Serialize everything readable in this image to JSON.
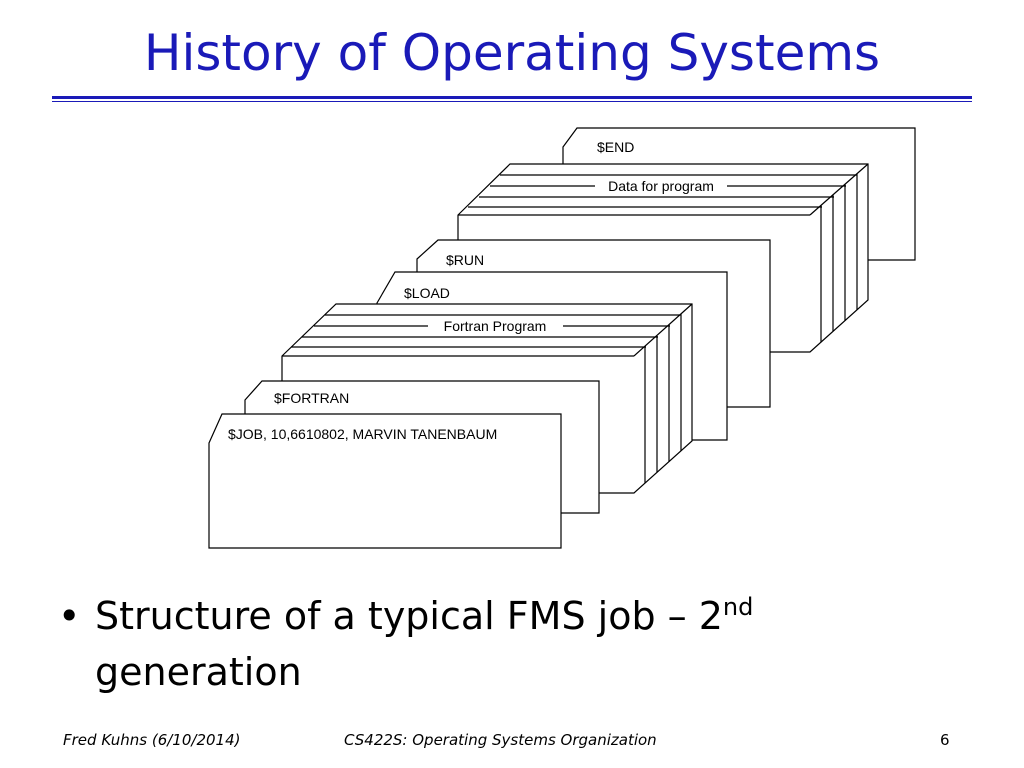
{
  "slide": {
    "title": "History of Operating Systems",
    "bullet_main": "Structure of a typical FMS job – 2",
    "bullet_sup": "nd",
    "bullet_tail": "generation"
  },
  "diagram": {
    "cards": {
      "end": "$END",
      "data": "Data for program",
      "run": "$RUN",
      "load": "$LOAD",
      "fortran_program": "Fortran Program",
      "fortran": "$FORTRAN",
      "job": "$JOB, 10,6610802, MARVIN TANENBAUM"
    }
  },
  "footer": {
    "author": "Fred Kuhns (6/10/2014)",
    "course": "CS422S: Operating Systems Organization",
    "page": "6"
  }
}
